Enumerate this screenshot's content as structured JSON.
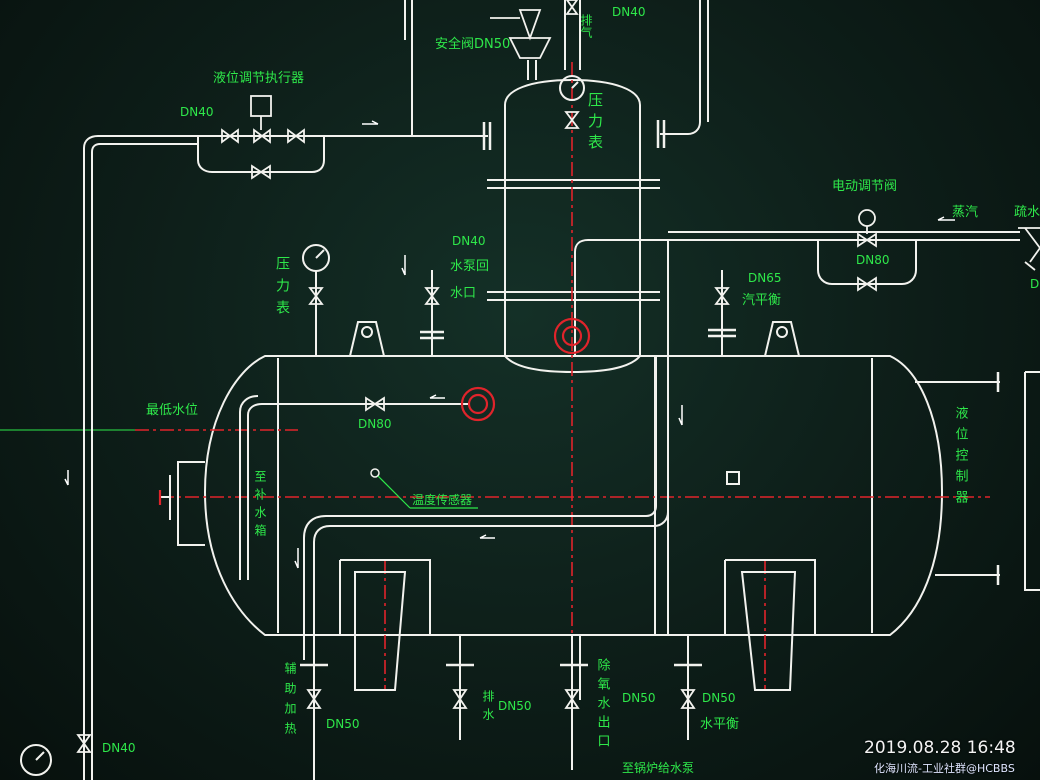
{
  "colors": {
    "background": "#0d1d18",
    "pipe": "#f2f2ee",
    "label": "#2ee84a",
    "centerline": "#e0242b",
    "flow_arrow": "#ffffff"
  },
  "labels": {
    "safety_valve": "安全阀DN50",
    "top_dn": "DN40",
    "top_vent": "排气",
    "level_actuator": "液位调节执行器",
    "left_dn40": "DN40",
    "top_gauge_v": "压力表",
    "motor_valve": "电动调节阀",
    "steam": "蒸汽",
    "trap_partial": "疏水",
    "dn80_right": "DN80",
    "dn40_pump_dn": "DN40",
    "dn40_pump_l1": "水泵回",
    "dn40_pump_l2": "水口",
    "dn65": "DN65",
    "dn65_sub": "汽平衡",
    "left_gauge_v": "压力表",
    "min_water_level": "最低水位",
    "dn80_inlet": "DN80",
    "to_lower_tank_v": "至补水箱",
    "temp_sensor": "温度传感器",
    "level_ctrl_v": "液位控制器",
    "aux_heat_v": "辅助加热",
    "dn50_a": "DN50",
    "drain_v": "排水",
    "dn50_b": "DN50",
    "deaerated_v": "除氧水出口",
    "dn50_c": "DN50",
    "dn50_d": "DN50",
    "water_balance": "水平衡",
    "to_boiler_pump": "至锅炉给水泵",
    "dn40_bottom": "DN40",
    "right_edge_partial": "D"
  },
  "watermark": {
    "timestamp": "2019.08.28 16:48",
    "source": "化海川流-工业社群@HCBBS"
  }
}
